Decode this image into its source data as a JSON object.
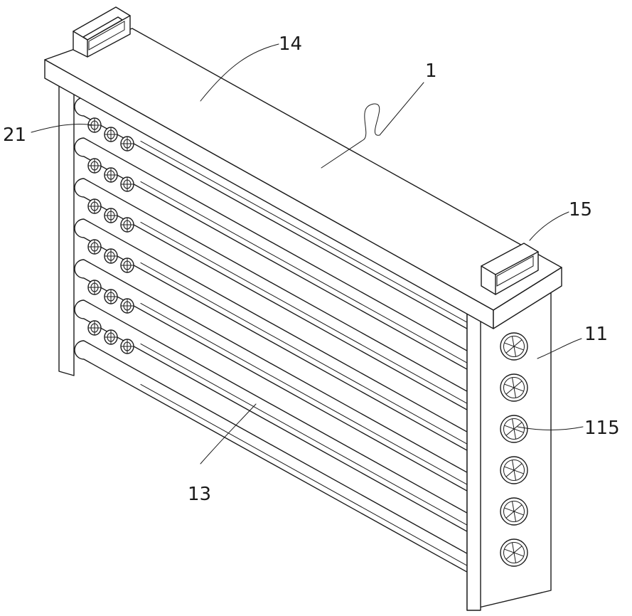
{
  "labels": {
    "body": "1",
    "side_plate": "11",
    "tubes": "13",
    "top_cover": "14",
    "handle": "15",
    "side_vent": "115",
    "end_fan": "21"
  },
  "counts": {
    "tubes": 7,
    "side_vents": 6
  },
  "colors": {
    "line": "#1a1a1a",
    "background": "#ffffff"
  }
}
